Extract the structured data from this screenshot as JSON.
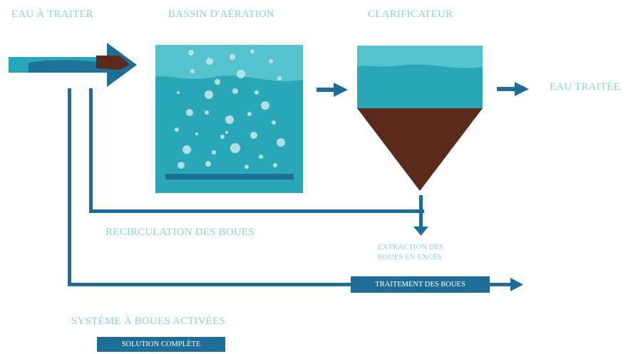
{
  "labels": {
    "inlet": "EAU À TRAITER",
    "aeration": "BASSIN D'AÉRATION",
    "clarifier": "CLARIFICATEUR",
    "outlet": "EAU TRAITÉE",
    "recirculation": "RECIRCULATION DES BOUES",
    "extraction": "EXTRACTION DES BOUES EN EXCÈS",
    "sludge_treatment": "TRAITEMENT DES BOUES",
    "system": "SYSTÈME À BOUES ACTIVÉES",
    "solution": "SOLUTION COMPLÈTE"
  },
  "colors": {
    "flow_blue": "#1e6d96",
    "water_teal": "#2aa7b7",
    "water_light": "#56c2cc",
    "sludge_brown": "#5a2a1c",
    "label_text": "#8fcfd8"
  }
}
